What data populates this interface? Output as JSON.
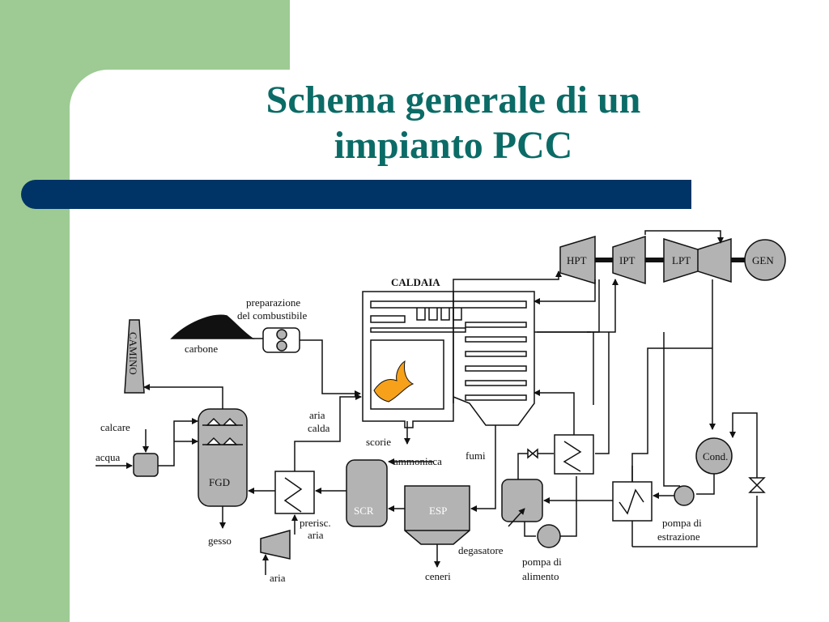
{
  "slide": {
    "title_line1": "Schema generale di un",
    "title_line2": "impianto PCC"
  },
  "diagram": {
    "labels": {
      "caldaia": "CALDAIA",
      "hpt": "HPT",
      "ipt": "IPT",
      "lpt": "LPT",
      "gen": "GEN",
      "camino": "CAMINO",
      "preparazione_line1": "preparazione",
      "preparazione_line2": "del combustibile",
      "carbone": "carbone",
      "calcare": "calcare",
      "acqua": "acqua",
      "fgd": "FGD",
      "gesso": "gesso",
      "aria_calda_line1": "aria",
      "aria_calda_line2": "calda",
      "scorie": "scorie",
      "fumi": "fumi",
      "ammoniaca": "ammoniaca",
      "scr": "SCR",
      "esp": "ESP",
      "ceneri": "ceneri",
      "prerisc_line1": "prerisc.",
      "prerisc_line2": "aria",
      "aria": "aria",
      "degasatore": "degasatore",
      "pompa_alimento_line1": "pompa di",
      "pompa_alimento_line2": "alimento",
      "cond": "Cond.",
      "pompa_estrazione_line1": "pompa di",
      "pompa_estrazione_line2": "estrazione"
    }
  }
}
